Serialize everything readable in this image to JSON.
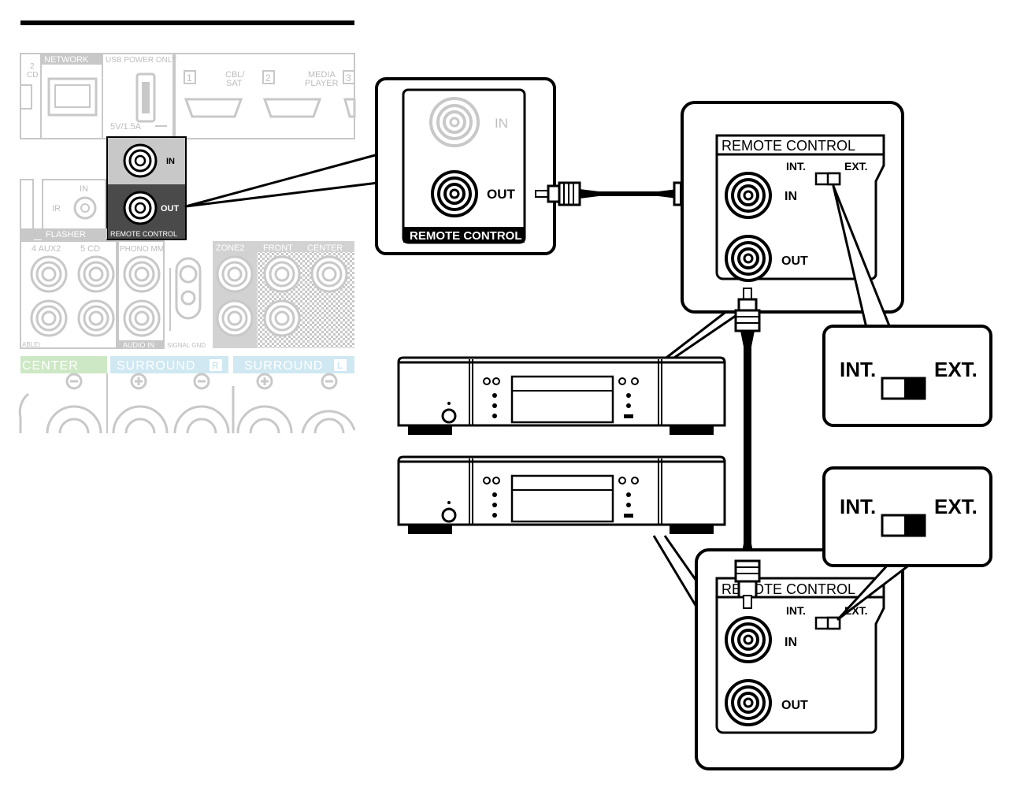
{
  "receiver_panel": {
    "top_labels": {
      "cd_number": "2",
      "cd": "CD",
      "network": "NETWORK",
      "usb_power_only": "USB POWER ONLY",
      "usb_rating": "5V/1.5A",
      "hdmi_1_num": "1",
      "hdmi_1_line1": "CBL/",
      "hdmi_1_line2": "SAT",
      "hdmi_2_num": "2",
      "hdmi_2_line1": "MEDIA",
      "hdmi_2_line2": "PLAYER",
      "hdmi_3_num": "3"
    },
    "remote_block": {
      "in": "IN",
      "out": "OUT",
      "label": "REMOTE CONTROL"
    },
    "flasher": {
      "in": "IN",
      "ir": "IR",
      "label": "FLASHER"
    },
    "audio_labels": {
      "aux2": "4 AUX2",
      "cd": "5 CD",
      "phono": "PHONO MM",
      "zone2": "ZONE2",
      "front": "FRONT",
      "center": "CENTER",
      "able": "ABLE)",
      "audio_in": "AUDIO IN",
      "signal_gnd": "SIGNAL GND"
    },
    "speaker_labels": {
      "center": "CENTER",
      "surround_r": "SURROUND",
      "surround_r_badge": "R",
      "surround_l": "SURROUND",
      "surround_l_badge": "L"
    }
  },
  "zoom_callout": {
    "in": "IN",
    "out": "OUT",
    "label": "REMOTE CONTROL"
  },
  "device_top": {
    "panel_label": "REMOTE CONTROL",
    "int": "INT.",
    "ext": "EXT.",
    "in": "IN",
    "out": "OUT"
  },
  "device_bottom": {
    "panel_label": "REMOTE CONTROL",
    "int": "INT.",
    "ext": "EXT.",
    "in": "IN",
    "out": "OUT"
  },
  "switch_callout_top": {
    "int": "INT.",
    "ext": "EXT.",
    "position": "EXT."
  },
  "switch_callout_bottom": {
    "int": "INT.",
    "ext": "EXT.",
    "position": "EXT."
  },
  "colors": {
    "line": "#000000",
    "panel_gray": "#c8c8c8",
    "label_gray": "#bdbdbd",
    "center_green": "#cde8c4",
    "surround_blue": "#cfe8f2"
  }
}
